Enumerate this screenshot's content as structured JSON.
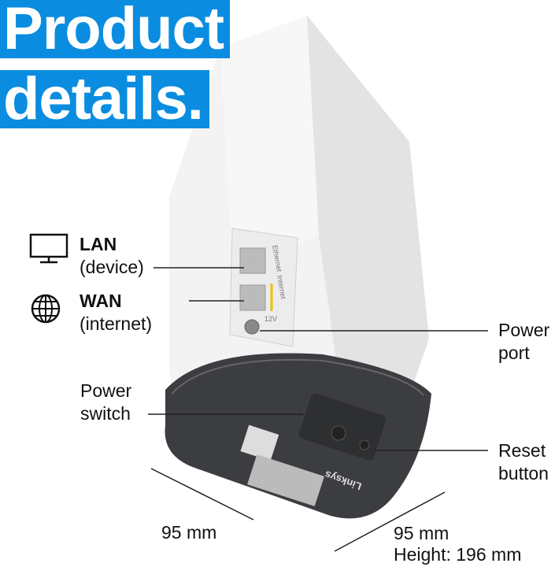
{
  "title": {
    "line1": "Product",
    "line2": "details."
  },
  "labels": {
    "lan": {
      "name": "LAN",
      "sub": "(device)"
    },
    "wan": {
      "name": "WAN",
      "sub": "(internet)"
    },
    "power_port": {
      "line1": "Power",
      "line2": "port"
    },
    "power_switch": {
      "line1": "Power",
      "line2": "switch"
    },
    "reset_button": {
      "line1": "Reset",
      "line2": "button"
    }
  },
  "dimensions": {
    "width": "95 mm",
    "depth": "95 mm",
    "height": "Height: 196 mm"
  },
  "device": {
    "brand": "Linksys",
    "port_labels": [
      "Ethernet",
      "Internet",
      "12V"
    ]
  },
  "colors": {
    "accent": "#0a8de0",
    "yellow_internet": "#e8c200",
    "base": "#3c3d40"
  },
  "icons": [
    "monitor-icon",
    "globe-icon"
  ]
}
